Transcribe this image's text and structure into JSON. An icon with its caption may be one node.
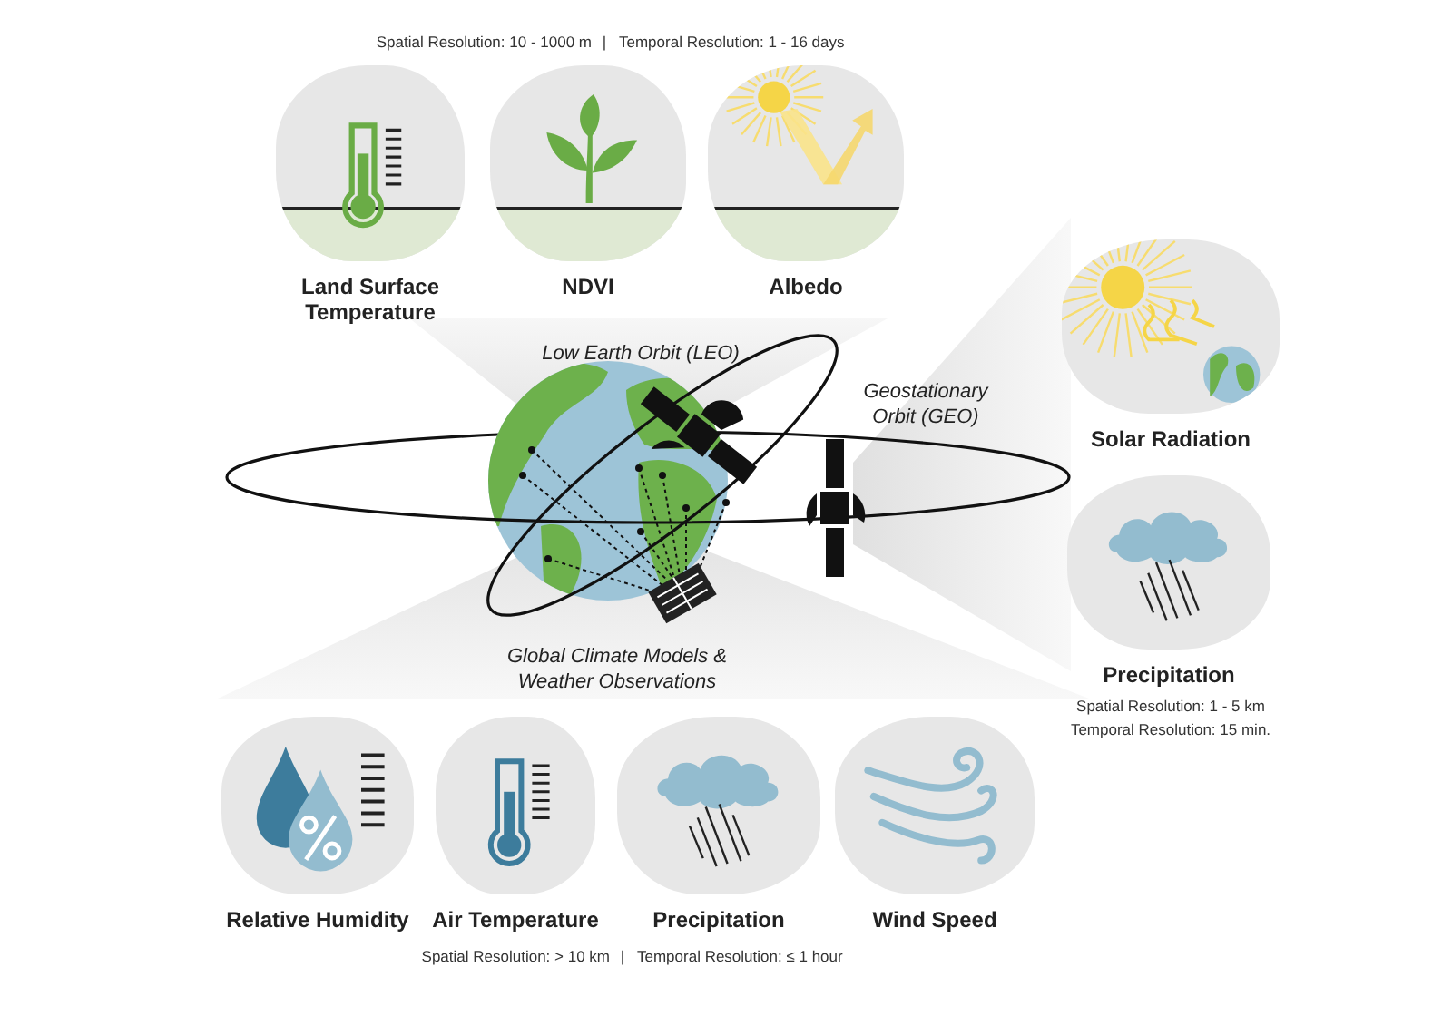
{
  "diagram": {
    "nodes": [
      {
        "text": [
          "Land Surface Temperature"
        ]
      },
      {
        "text": [
          "NDVI"
        ]
      },
      {
        "text": [
          "Albedo"
        ]
      },
      {
        "text": [
          "Solar Radiation"
        ]
      },
      {
        "text": [
          "Precipitation"
        ]
      },
      {
        "text": [
          "Relative Humidity"
        ]
      },
      {
        "text": [
          "Air Temperature"
        ]
      },
      {
        "text": [
          "Precipitation"
        ]
      },
      {
        "text": [
          "Wind Speed"
        ]
      }
    ],
    "labels": [
      "Spatial Resolution: 10 - 1000 m",
      "|",
      "Temporal Resolution: 1 - 16 days",
      "Low Earth Orbit (LEO)",
      "Geostationary Orbit (GEO)",
      "Global Climate Models & Weather Observations",
      "Spatial Resolution: 1 - 5 km",
      "Temporal Resolution: 15 min.",
      "Spatial Resolution: > 10 km",
      "|",
      "Temporal Resolution: ≤ 1 hour"
    ]
  }
}
